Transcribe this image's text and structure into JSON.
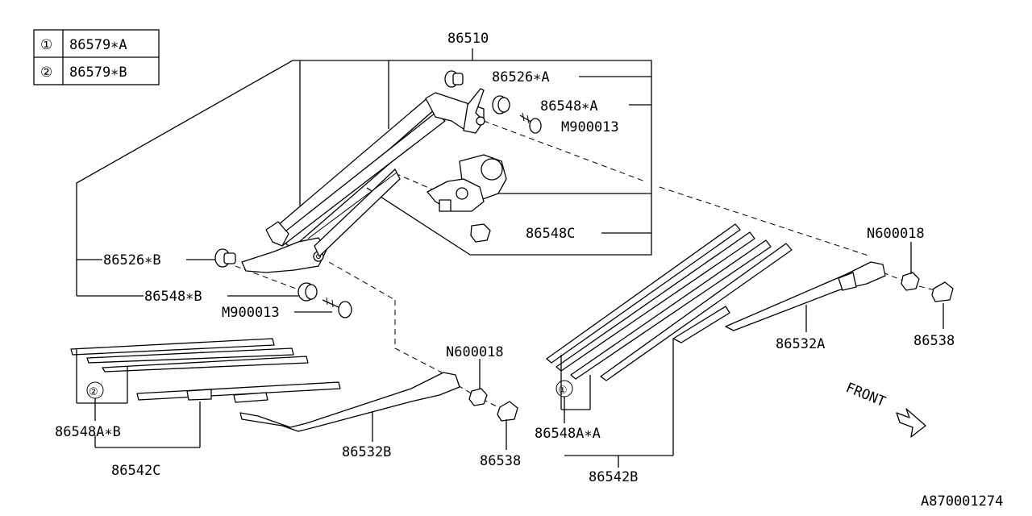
{
  "legend": {
    "rows": [
      {
        "mark": "①",
        "code": "86579∗A"
      },
      {
        "mark": "②",
        "code": "86579∗B"
      }
    ]
  },
  "labels": {
    "p86510": "86510",
    "p86526A": "86526∗A",
    "p86548A": "86548∗A",
    "pM900013_top": "M900013",
    "p86548C": "86548C",
    "p86526B": "86526∗B",
    "p86548B": "86548∗B",
    "pM900013_bottom": "M900013",
    "pN600018_right": "N600018",
    "p86532A": "86532A",
    "p86538_right": "86538",
    "pN600018_left": "N600018",
    "p86532B": "86532B",
    "p86538_left": "86538",
    "p86548AB": "86548A∗B",
    "p86542C": "86542C",
    "p86548AA": "86548A∗A",
    "p86542B": "86542B",
    "circle1": "①",
    "circle2": "②",
    "front": "FRONT",
    "ref": "A870001274"
  }
}
